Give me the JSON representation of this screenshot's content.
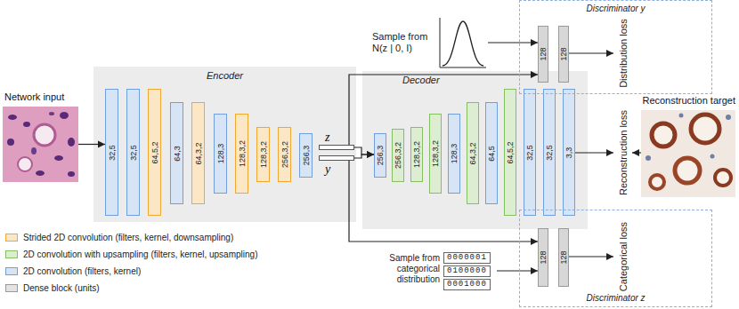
{
  "diagram": {
    "nodes": [
      {
        "text": [
          "Network input"
        ]
      },
      {
        "text": [
          "Encoder"
        ]
      },
      {
        "text": [
          "32,5"
        ],
        "in": 1
      },
      {
        "text": [
          "32,5"
        ],
        "in": 1
      },
      {
        "text": [
          "64,5,2"
        ],
        "in": 1
      },
      {
        "text": [
          "64,3"
        ],
        "in": 1
      },
      {
        "text": [
          "64,3,2"
        ],
        "in": 1
      },
      {
        "text": [
          "128,3"
        ],
        "in": 1
      },
      {
        "text": [
          "128,3,2"
        ],
        "in": 1
      },
      {
        "text": [
          "128,3,2"
        ],
        "in": 1
      },
      {
        "text": [
          "256,3,2"
        ],
        "in": 1
      },
      {
        "text": [
          "256,3"
        ],
        "in": 1
      },
      {
        "text": [
          "z"
        ]
      },
      {
        "text": [
          "y"
        ]
      },
      {
        "text": [
          "Sample from N(z | 0, I)"
        ]
      },
      {
        "text": [
          "Decoder"
        ]
      },
      {
        "text": [
          "256,3"
        ],
        "in": 15
      },
      {
        "text": [
          "256,3,2"
        ],
        "in": 15
      },
      {
        "text": [
          "128,3,2"
        ],
        "in": 15
      },
      {
        "text": [
          "128,3,2"
        ],
        "in": 15
      },
      {
        "text": [
          "128,3"
        ],
        "in": 15
      },
      {
        "text": [
          "64,3,2"
        ],
        "in": 15
      },
      {
        "text": [
          "64,5"
        ],
        "in": 15
      },
      {
        "text": [
          "64,5,2"
        ],
        "in": 15
      },
      {
        "text": [
          "32,5"
        ],
        "in": 15
      },
      {
        "text": [
          "32,5"
        ],
        "in": 15
      },
      {
        "text": [
          "3,3"
        ],
        "in": 15
      },
      {
        "text": [
          "Discriminator y"
        ]
      },
      {
        "text": [
          "128"
        ],
        "in": 27
      },
      {
        "text": [
          "128"
        ],
        "in": 27
      },
      {
        "text": [
          "Reconstruction target"
        ]
      },
      {
        "text": [
          "Sample from categorical distribution",
          "0000001",
          "0100000",
          "0001000"
        ]
      },
      {
        "text": [
          "Discriminator z"
        ]
      },
      {
        "text": [
          "128"
        ],
        "in": 32
      },
      {
        "text": [
          "128"
        ],
        "in": 32
      }
    ],
    "edges": [
      {
        "from": 0,
        "to": 2,
        "arrow": "to"
      },
      {
        "from": 12,
        "to": 16,
        "arrow": "to"
      },
      {
        "from": 13,
        "to": 16,
        "arrow": "to"
      },
      {
        "from": 12,
        "to": 28,
        "arrow": "to"
      },
      {
        "from": 13,
        "to": 33,
        "arrow": "to"
      },
      {
        "from": 14,
        "to": 28,
        "arrow": "to"
      },
      {
        "from": 31,
        "to": 33,
        "arrow": "to"
      }
    ],
    "labels": [
      "Distribution loss",
      "Reconstruction loss",
      "Categorical loss"
    ],
    "legend": [
      {
        "text": "Strided 2D convolution (filters, kernel, downsampling)",
        "color": "#f0a830"
      },
      {
        "text": "2D convolution with upsampling (filters, kernel, upsampling)",
        "color": "#84c060"
      },
      {
        "text": "2D convolution (filters, kernel)",
        "color": "#6f9fdc"
      },
      {
        "text": "Dense block (units)",
        "color": "#9a9a9a"
      }
    ]
  }
}
